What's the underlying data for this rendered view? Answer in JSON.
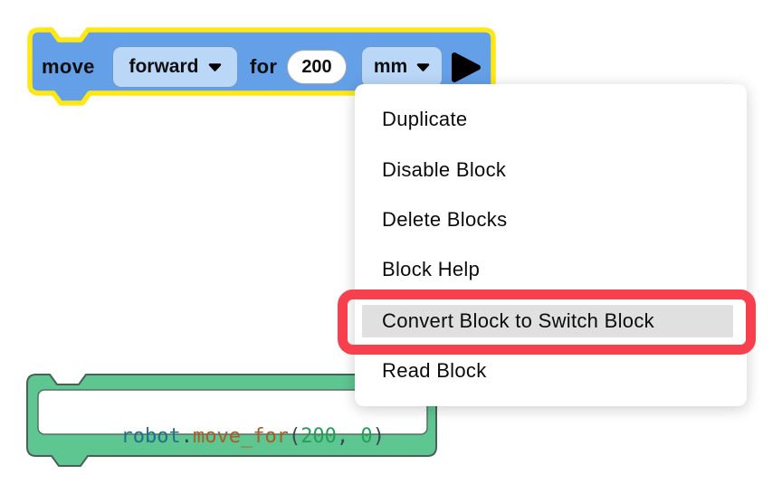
{
  "move_block": {
    "selected": true,
    "label_move": "move",
    "direction": {
      "value": "forward",
      "type": "dropdown"
    },
    "label_for": "for",
    "distance": {
      "value": "200",
      "type": "number-input"
    },
    "unit": {
      "value": "mm",
      "type": "dropdown"
    }
  },
  "context_menu": {
    "items": [
      {
        "label": "Duplicate",
        "highlighted": false
      },
      {
        "label": "Disable Block",
        "highlighted": false
      },
      {
        "label": "Delete Blocks",
        "highlighted": false
      },
      {
        "label": "Block Help",
        "highlighted": false
      },
      {
        "label": "Convert Block to Switch Block",
        "highlighted": true
      },
      {
        "label": "Read Block",
        "highlighted": false
      }
    ]
  },
  "annotation": {
    "type": "red-highlight-box",
    "target": "Convert Block to Switch Block"
  },
  "code_block": {
    "code": "robot.move_for(200, 0)",
    "tokens": [
      {
        "text": "robot",
        "color": "#21708e"
      },
      {
        "text": ".",
        "color": "#37474f"
      },
      {
        "text": "move_for",
        "color": "#aa5d28"
      },
      {
        "text": "(",
        "color": "#37474f"
      },
      {
        "text": "200",
        "color": "#259e57"
      },
      {
        "text": ",",
        "color": "#37474f"
      },
      {
        "text": " 0",
        "color": "#259e57"
      },
      {
        "text": ")",
        "color": "#37474f"
      }
    ]
  },
  "colors": {
    "selection_yellow": "#ffe714",
    "block_blue": "#64a0e8",
    "block_blue_light": "#bad7f8",
    "block_green": "#5ec690",
    "menu_highlight_gray": "#e0e0e0",
    "annotation_red": "#f6404e"
  }
}
